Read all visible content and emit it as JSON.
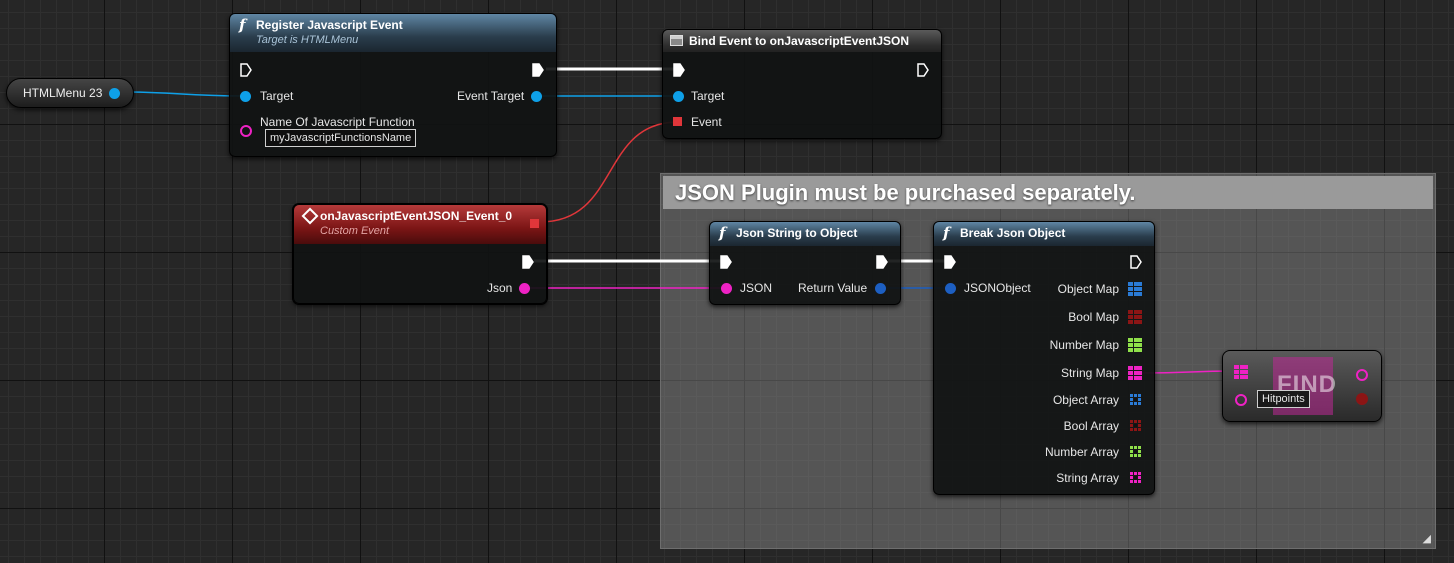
{
  "comment": {
    "title": "JSON Plugin must be purchased separately."
  },
  "variable_node": {
    "label": "HTMLMenu 23"
  },
  "register_node": {
    "title": "Register Javascript Event",
    "subtitle": "Target is HTMLMenu",
    "pin_target": "Target",
    "pin_name_label": "Name Of Javascript Function",
    "pin_name_value": "myJavascriptFunctionsName",
    "pin_event_target": "Event Target"
  },
  "bind_node": {
    "title": "Bind Event to onJavascriptEventJSON",
    "pin_target": "Target",
    "pin_event": "Event"
  },
  "event_node": {
    "title": "onJavascriptEventJSON_Event_0",
    "subtitle": "Custom Event",
    "pin_json": "Json"
  },
  "json_to_object_node": {
    "title": "Json String to Object",
    "pin_json": "JSON",
    "pin_return": "Return Value"
  },
  "break_json_node": {
    "title": "Break Json Object",
    "pin_input": "JSONObject",
    "outputs": [
      {
        "label": "Object Map",
        "color": "#2a7bd6"
      },
      {
        "label": "Bool Map",
        "color": "#8c1515"
      },
      {
        "label": "Number Map",
        "color": "#8fe04a"
      },
      {
        "label": "String Map",
        "color": "#ee22c4"
      },
      {
        "label": "Object Array",
        "color": "#2a7bd6"
      },
      {
        "label": "Bool Array",
        "color": "#8c1515"
      },
      {
        "label": "Number Array",
        "color": "#8fe04a"
      },
      {
        "label": "String Array",
        "color": "#ee22c4"
      }
    ]
  },
  "find_node": {
    "title": "FIND",
    "key_value": "Hitpoints"
  },
  "colors": {
    "object_pin": "#0ea0e8",
    "string_pin": "#ee22c4",
    "delegate_pin": "#e0363a",
    "json_object_pin": "#1d5fc2",
    "exec_pin": "#ffffff"
  }
}
